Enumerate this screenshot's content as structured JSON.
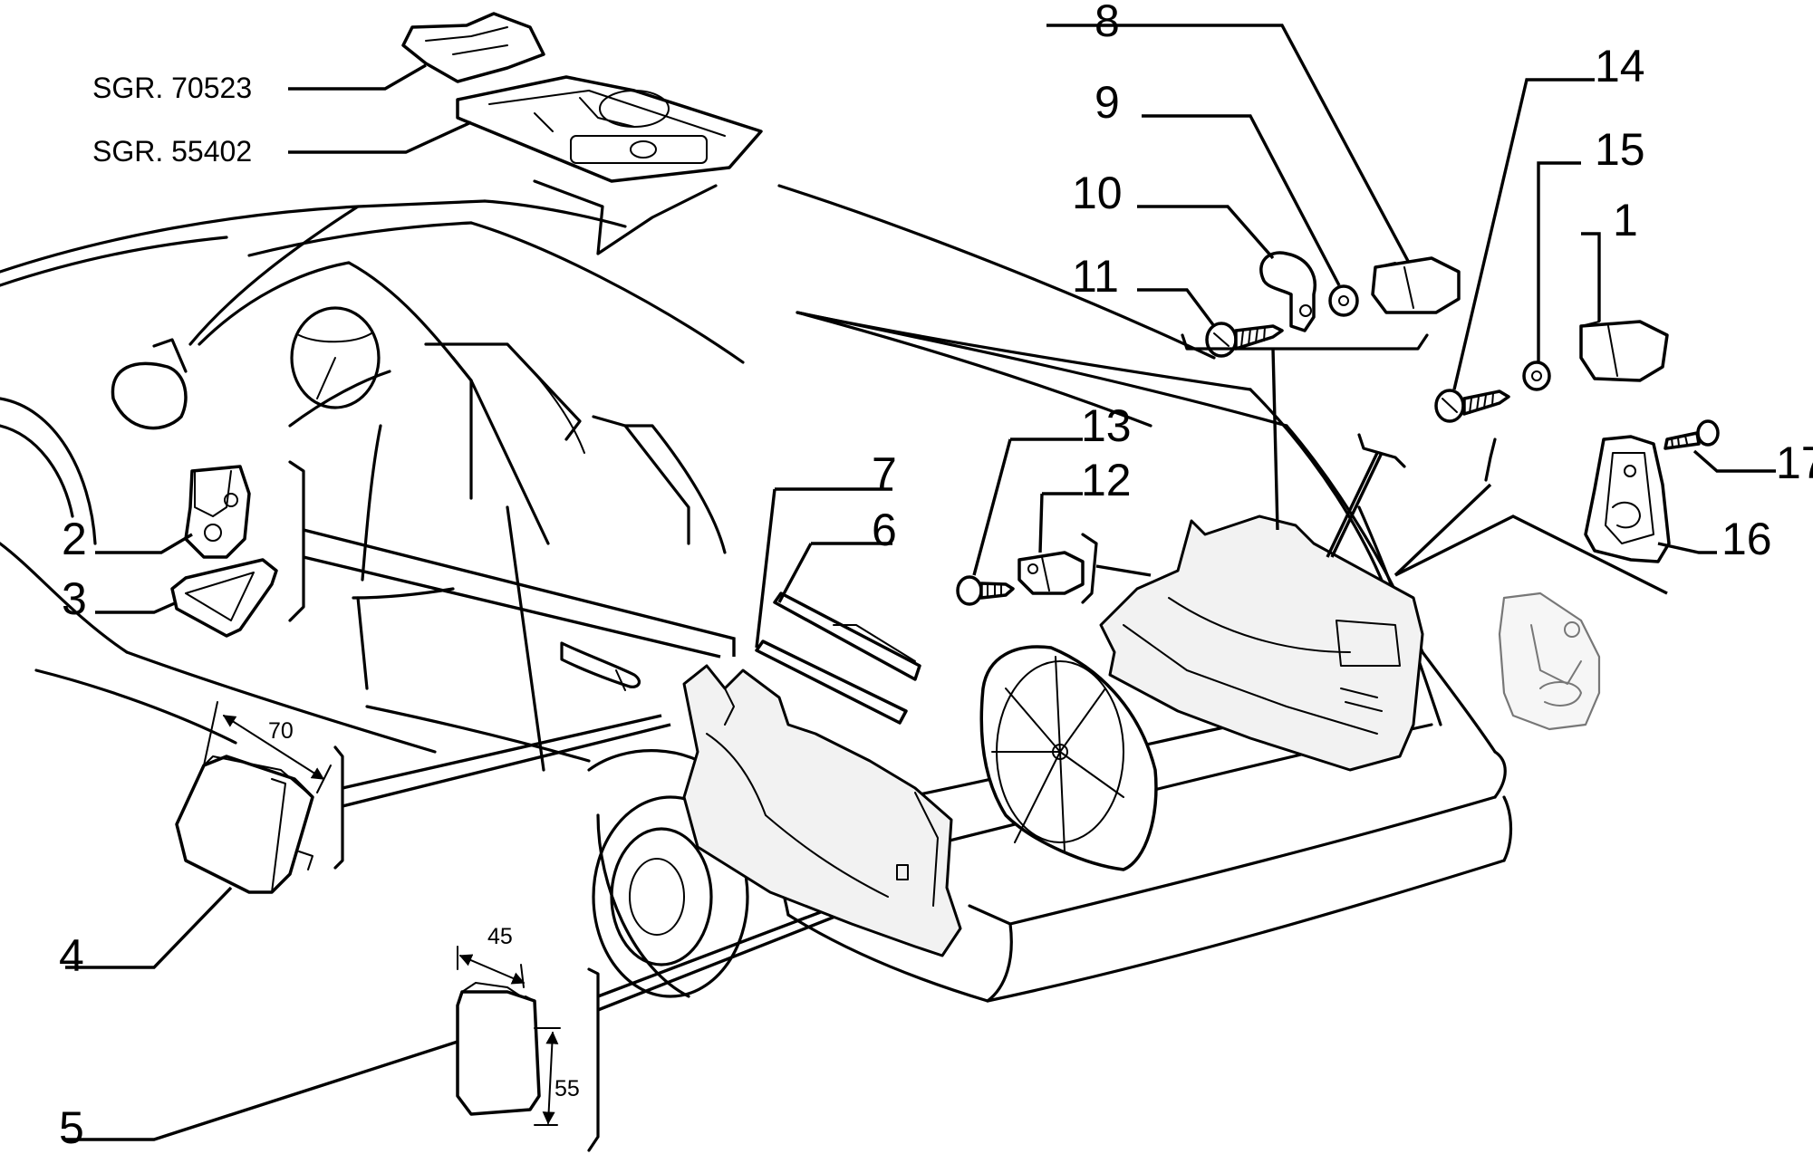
{
  "diagram": {
    "reference_labels": {
      "ref_70523": "SGR. 70523",
      "ref_55402": "SGR. 55402"
    },
    "callouts": {
      "p1": "1",
      "p2": "2",
      "p3": "3",
      "p4": "4",
      "p5": "5",
      "p6": "6",
      "p7": "7",
      "p8": "8",
      "p9": "9",
      "p10": "10",
      "p11": "11",
      "p12": "12",
      "p13": "13",
      "p14": "14",
      "p15": "15",
      "p16": "16",
      "p17": "17"
    },
    "dimensions": {
      "width_4": "70",
      "width_5": "45",
      "height_5": "55"
    }
  }
}
